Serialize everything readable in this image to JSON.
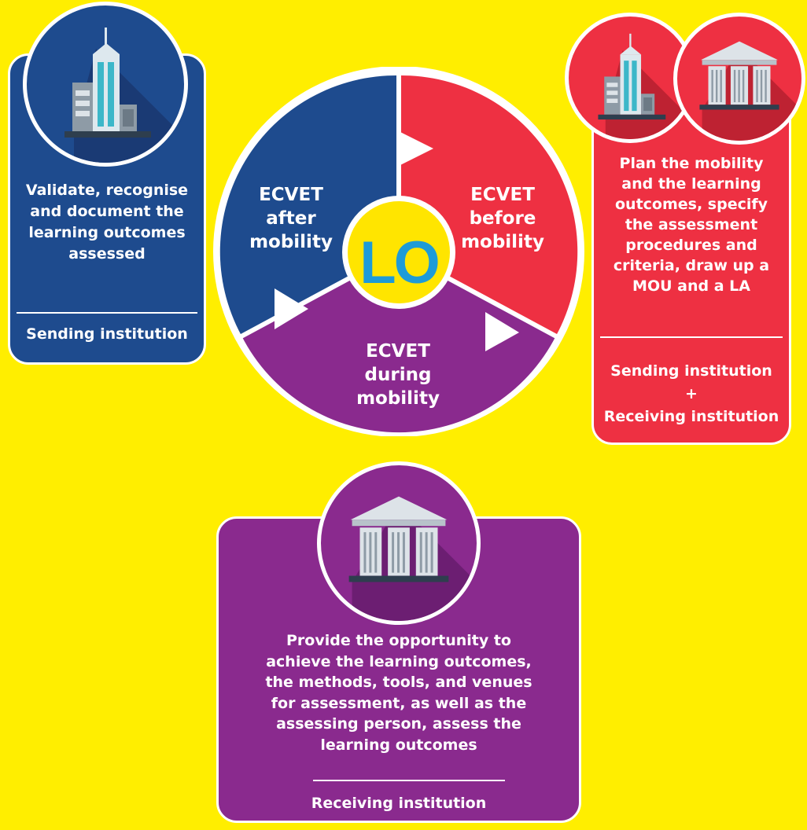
{
  "colors": {
    "background": "#FFEE00",
    "blue": "#1E4B8E",
    "red": "#EE3042",
    "purple": "#8A2A8E",
    "center": "#FFE500",
    "lo_text": "#1E9BD7"
  },
  "wheel": {
    "center_label": "LO",
    "after": "ECVET\nafter\nmobility",
    "before": "ECVET\nbefore\nmobility",
    "during": "ECVET\nduring\nmobility"
  },
  "left_card": {
    "text": "Validate, recognise\nand document the\nlearning outcomes\nassessed",
    "footer": "Sending institution",
    "icon": "office-building-icon"
  },
  "right_card": {
    "text": "Plan the mobility\nand the learning\noutcomes, specify\nthe assessment\nprocedures and\ncriteria, draw up a\nMOU and a LA",
    "footer": "Sending institution\n+\nReceiving institution",
    "icons": [
      "office-building-icon",
      "institution-columns-icon"
    ]
  },
  "bottom_card": {
    "text": "Provide the opportunity to\nachieve the learning outcomes,\nthe methods, tools, and venues\nfor assessment, as well as the\nassessing person, assess the\nlearning outcomes",
    "footer": "Receiving institution",
    "icon": "institution-columns-icon"
  }
}
